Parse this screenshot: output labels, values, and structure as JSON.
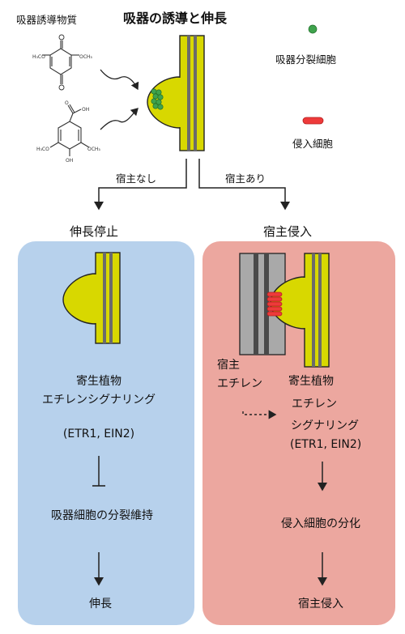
{
  "header": {
    "inducer_label": "吸器誘導物質",
    "title": "吸器の誘導と伸長",
    "legend_dividing": "吸器分裂細胞",
    "legend_intrusive": "侵入細胞"
  },
  "molecule1": {
    "left_group": "H₃CO",
    "right_group": "OCH₃"
  },
  "molecule2": {
    "acid_o": "O",
    "acid_oh": "OH",
    "left_group": "H₃CO",
    "right_group": "OCH₃",
    "bottom_group": "OH"
  },
  "branches": {
    "no_host": "宿主なし",
    "with_host": "宿主あり"
  },
  "left": {
    "title": "伸長停止",
    "plant_line1": "寄生植物",
    "plant_line2": "エチレンシグナリング",
    "plant_line3": "(ETR1, EIN2)",
    "maintain": "吸器細胞の分裂維持",
    "result": "伸長"
  },
  "right": {
    "title": "宿主侵入",
    "host_line1": "宿主",
    "host_line2": "エチレン",
    "plant_line1": "寄生植物",
    "plant_line2": "エチレン",
    "plant_line3": "シグナリング",
    "plant_line4": "(ETR1, EIN2)",
    "differentiation": "侵入細胞の分化",
    "result": "宿主侵入"
  },
  "colors": {
    "root_fill": "#d8d800",
    "vascular": "#6b6b6b",
    "dividing_cell": "#3fa34d",
    "intrusive_cell": "#ee3a3a",
    "host_tissue": "#a9a9a9",
    "left_panel": "#b7d1ec",
    "right_panel": "#eca79f"
  }
}
